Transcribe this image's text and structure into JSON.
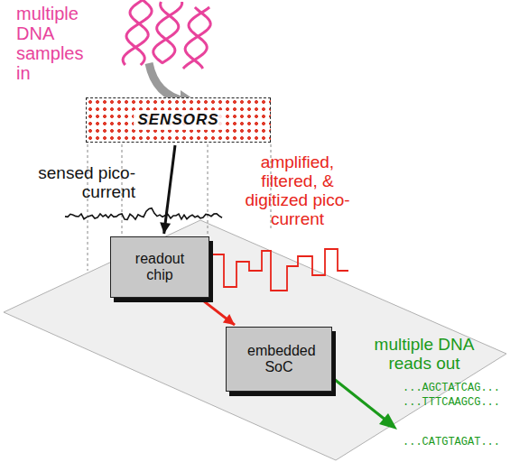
{
  "diagram": {
    "nodes": [
      {
        "text": [
          "SENSORS"
        ]
      },
      {
        "text": [
          "readout chip"
        ]
      },
      {
        "text": [
          "embedded SoC"
        ]
      }
    ],
    "edges": [
      {
        "from": 0,
        "to": 1,
        "arrow": "to"
      },
      {
        "from": 1,
        "to": 2,
        "arrow": "to"
      }
    ],
    "labels": [
      "multiple DNA samples in",
      "sensed pico-current",
      "amplified, filtered, & digitized pico-current",
      "multiple DNA reads out",
      "...AGCTATCAG...",
      "...TTTCAAGCG...",
      "...CATGTAGAT..."
    ]
  }
}
